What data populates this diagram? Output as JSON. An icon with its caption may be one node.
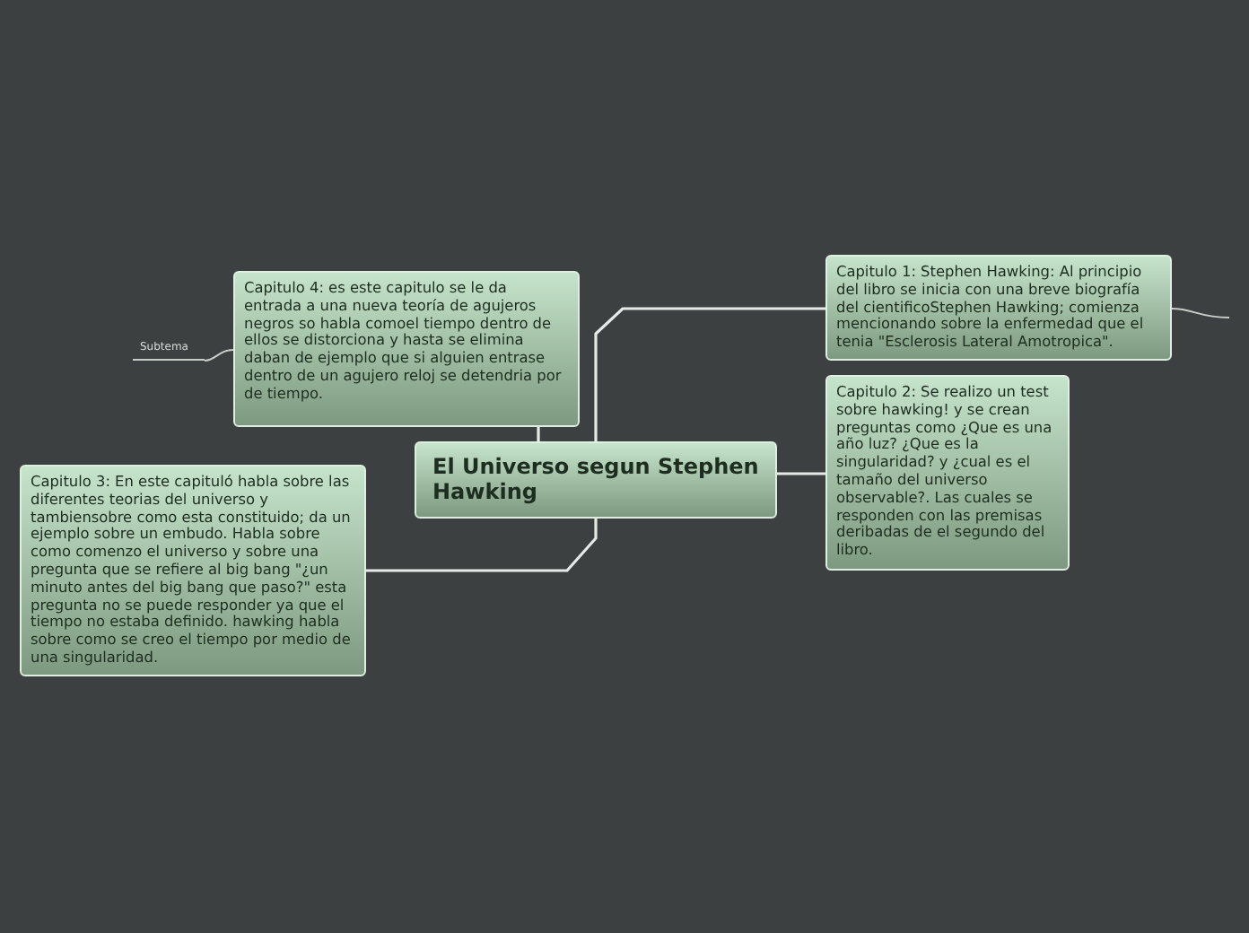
{
  "diagram": {
    "nodes": [
      {
        "text": [
          "El Universo segun Stephen Hawking"
        ]
      },
      {
        "text": [
          "Capitulo 1: Stephen Hawking: Al principio del libro se inicia con una breve biografía del cientificoStephen Hawking; comienza mencionando sobre la enfermedad que el tenia \"Esclerosis Lateral Amotropica\"."
        ]
      },
      {
        "text": [
          "Capitulo 2: Se realizo un test sobre hawking!  y se crean preguntas como ¿Que es una año luz? ¿Que es la singularidad? y ¿cual es el tamaño del universo observable?. Las cuales se responden con las premisas deribadas de el segundo del libro."
        ]
      },
      {
        "text": [
          "Capitulo 3: En este capituló habla sobre las diferentes teorias del universo y tambiensobre como esta constituido; da un ejemplo sobre un embudo. Habla sobre como comenzo el universo y sobre una pregunta que se refiere al big bang \"¿un minuto antes del big bang que paso?\" esta pregunta no se puede responder ya que el tiempo no estaba definido. hawking habla sobre como se creo el tiempo por medio de una singularidad."
        ]
      },
      {
        "text": [
          "Capitulo 4: es este capitulo se le da entrada a una nueva teoría de agujeros negros so habla comoel tiempo dentro de ellos se distorciona y hasta se elimina daban de ejemplo que si alguien entrase dentro de un agujero reloj se detendria por de tiempo."
        ]
      },
      {
        "text": [
          "Subtema"
        ]
      }
    ],
    "edges": [
      {
        "from": 0,
        "to": 1,
        "arrow": "none"
      },
      {
        "from": 0,
        "to": 2,
        "arrow": "none"
      },
      {
        "from": 0,
        "to": 3,
        "arrow": "none"
      },
      {
        "from": 0,
        "to": 4,
        "arrow": "none"
      },
      {
        "from": 4,
        "to": 5,
        "arrow": "none"
      },
      {
        "from": 1,
        "to": null,
        "arrow": "none"
      }
    ]
  }
}
